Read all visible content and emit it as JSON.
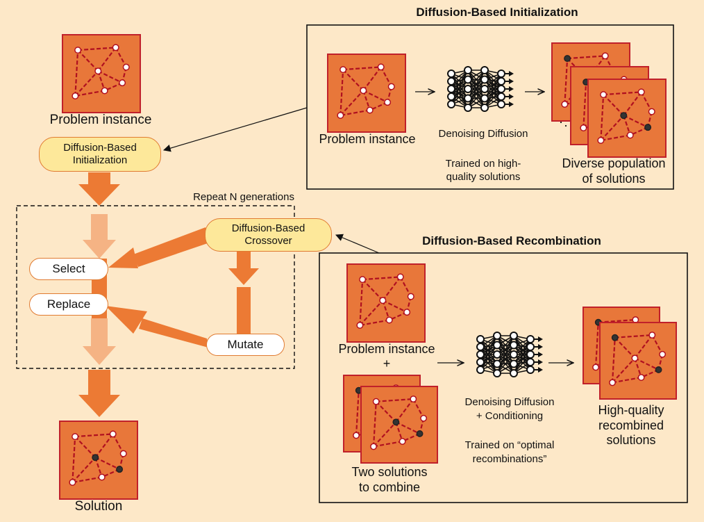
{
  "colors": {
    "background": "#fde8c8",
    "arrow_orange": "#ec7a34",
    "arrow_light": "#f5b384",
    "tile_fill": "#e8773a",
    "tile_border": "#c0202a",
    "graph_edge": "#b01020",
    "pill_yellow": "#fde89a"
  },
  "left": {
    "problem_instance": "Problem instance",
    "init_pill_line1": "Diffusion-Based",
    "init_pill_line2": "Initialization",
    "repeat_label": "Repeat N generations",
    "crossover_line1": "Diffusion-Based",
    "crossover_line2": "Crossover",
    "select": "Select",
    "replace": "Replace",
    "mutate": "Mutate",
    "solution": "Solution"
  },
  "init_panel": {
    "title": "Diffusion-Based Initialization",
    "problem_instance": "Problem instance",
    "denoising": "Denoising Diffusion",
    "trained_line1": "Trained on high-",
    "trained_line2": "quality solutions",
    "diverse_line1": "Diverse population",
    "diverse_line2": "of solutions"
  },
  "recomb_panel": {
    "title": "Diffusion-Based Recombination",
    "problem_instance": "Problem instance",
    "plus": "+",
    "two_line1": "Two solutions",
    "two_line2": "to combine",
    "denoising_line1": "Denoising Diffusion",
    "denoising_line2": "+ Conditioning",
    "trained_line1": "Trained on “optimal",
    "trained_line2": "recombinations”",
    "hq_line1": "High-quality",
    "hq_line2": "recombined",
    "hq_line3": "solutions"
  }
}
